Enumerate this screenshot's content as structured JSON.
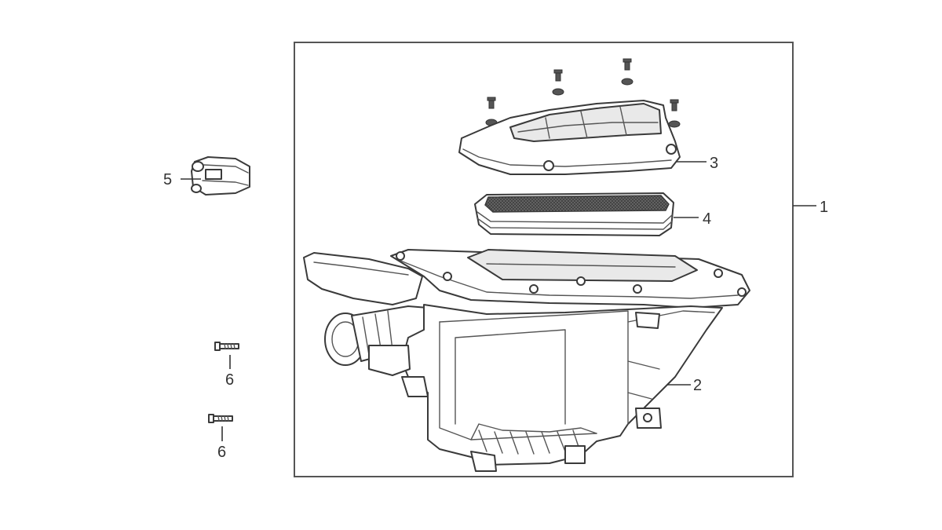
{
  "callouts": {
    "c1": "1",
    "c2": "2",
    "c3": "3",
    "c4": "4",
    "c5": "5",
    "c6a": "6",
    "c6b": "6"
  },
  "parts": [
    {
      "ref": "1",
      "icon": "air-cleaner-assembly-frame-icon"
    },
    {
      "ref": "2",
      "icon": "air-cleaner-case-icon"
    },
    {
      "ref": "3",
      "icon": "air-cleaner-cover-icon"
    },
    {
      "ref": "4",
      "icon": "air-filter-element-icon"
    },
    {
      "ref": "5",
      "icon": "clamp-icon"
    },
    {
      "ref": "6",
      "icon": "bolt-icon"
    }
  ],
  "colors": {
    "line": "#3a3a3a",
    "background": "#ffffff",
    "filter_mesh": "#5a5a5a"
  }
}
